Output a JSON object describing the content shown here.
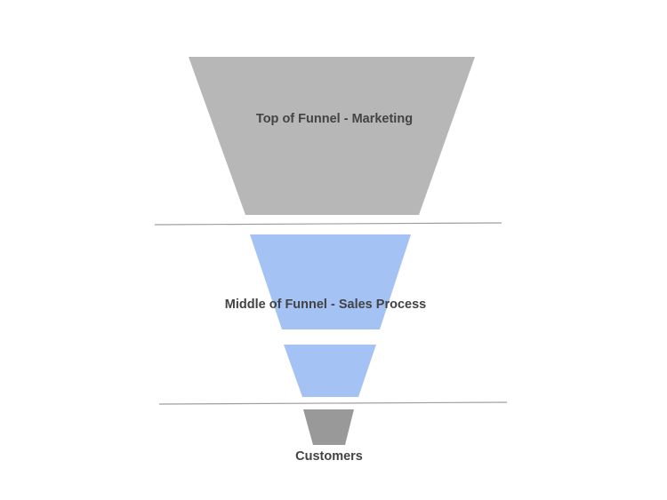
{
  "stages": [
    {
      "label": "Top of Funnel - Marketing",
      "color": "#b7b7b7"
    },
    {
      "label": "Middle of Funnel - Sales Process",
      "color": "#a4c2f4"
    },
    {
      "label": "Customers",
      "color": "#999999"
    }
  ],
  "divider_color": "#9e9e9e"
}
